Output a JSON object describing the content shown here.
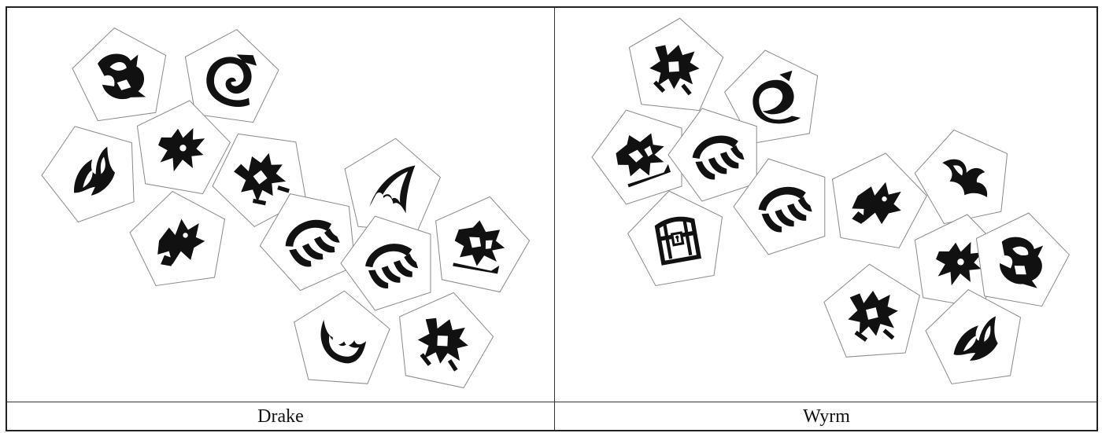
{
  "panels": [
    {
      "label": "Drake",
      "faces": [
        {
          "glyph": "wing-crest"
        },
        {
          "glyph": "spiral-tail"
        },
        {
          "glyph": "flame-leaf"
        },
        {
          "glyph": "dragon-rider"
        },
        {
          "glyph": "dragon-roar"
        },
        {
          "glyph": "dragon-claws"
        },
        {
          "glyph": "wing-sail"
        },
        {
          "glyph": "wing-ribs"
        },
        {
          "glyph": "dragon-jaw"
        },
        {
          "glyph": "wing-ribs"
        },
        {
          "glyph": "wing-blade"
        },
        {
          "glyph": "dragon-claws"
        }
      ]
    },
    {
      "label": "Wyrm",
      "faces": [
        {
          "glyph": "dragon-claws"
        },
        {
          "glyph": "swirl-flame"
        },
        {
          "glyph": "dragon-jaw"
        },
        {
          "glyph": "wing-ribs"
        },
        {
          "glyph": "treasure-chest"
        },
        {
          "glyph": "wing-ribs"
        },
        {
          "glyph": "dragon-roar"
        },
        {
          "glyph": "fang-curl"
        },
        {
          "glyph": "dragon-rider"
        },
        {
          "glyph": "wing-crest"
        },
        {
          "glyph": "dragon-claws"
        },
        {
          "glyph": "flame-leaf"
        }
      ]
    }
  ]
}
